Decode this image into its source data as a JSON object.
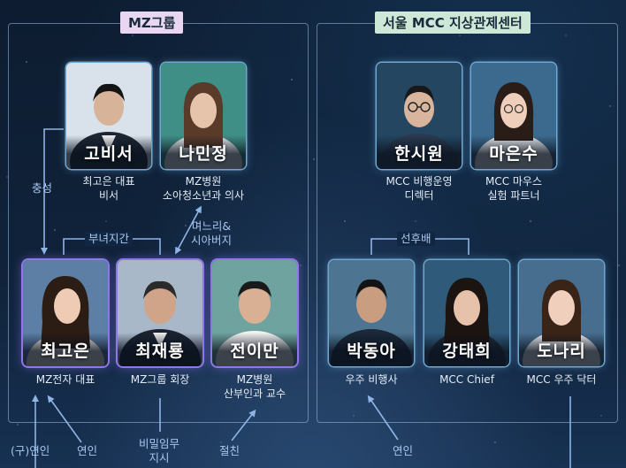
{
  "groups": {
    "left": {
      "title": "MZ그룹",
      "color": "#e8d6f2"
    },
    "right": {
      "title": "서울 MCC 지상관제센터",
      "color": "#cde8d6"
    }
  },
  "characters": {
    "gobiseo": {
      "name": "고비서",
      "desc1": "최고은 대표",
      "desc2": "비서"
    },
    "naminjeong": {
      "name": "나민정",
      "desc1": "MZ병원",
      "desc2": "소아청소년과 의사"
    },
    "choegoeun": {
      "name": "최고은",
      "desc1": "MZ전자 대표"
    },
    "choejaeryong": {
      "name": "최재룡",
      "desc1": "MZ그룹 회장"
    },
    "jeoniman": {
      "name": "전이만",
      "desc1": "MZ병원",
      "desc2": "산부인과 교수"
    },
    "hansiwon": {
      "name": "한시원",
      "desc1": "MCC 비행운영",
      "desc2": "디렉터"
    },
    "maeunsu": {
      "name": "마은수",
      "desc1": "MCC 마우스",
      "desc2": "실험 파트너"
    },
    "bakdonga": {
      "name": "박동아",
      "desc1": "우주 비행사"
    },
    "gangtaehui": {
      "name": "강태희",
      "desc1": "MCC Chief"
    },
    "donari": {
      "name": "도나리",
      "desc1": "MCC 우주 닥터"
    }
  },
  "relations": {
    "loyalty": "충성",
    "father_daughter": "부녀지간",
    "inlaw_1": "며느리&",
    "inlaw_2": "시아버지",
    "seniors": "선후배",
    "ex_lover": "(구)연인",
    "lover_left": "연인",
    "secret_1": "비밀임무",
    "secret_2": "지시",
    "best_friend": "절친",
    "lover_right": "연인"
  },
  "colors": {
    "line": "#8fb4e6",
    "purple_glow": "#8f77e6"
  }
}
